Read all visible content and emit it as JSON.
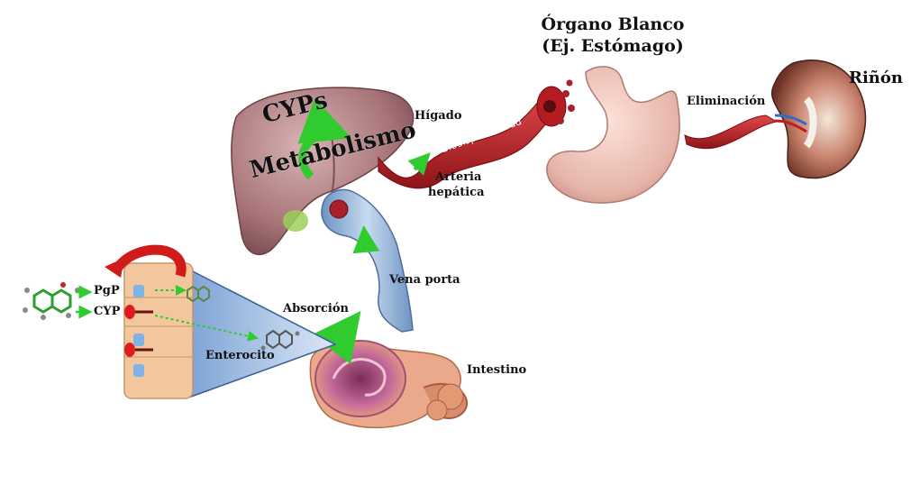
{
  "labels": {
    "higado": "Hígado",
    "cyps": "CYPs",
    "metabolismo": "Metabolismo",
    "biodisponibilidad": "Biodisponibilidad",
    "arteria_line1": "Arteria",
    "arteria_line2": "hepática",
    "organo_line1": "Órgano Blanco",
    "organo_line2": "(Ej. Estómago)",
    "eliminacion": "Eliminación",
    "rinon": "Riñón",
    "vena_porta": "Vena porta",
    "absorcion": "Absorción",
    "pgp": "PgP",
    "cyp": "CYP",
    "enterocito": "Enterocito",
    "intestino": "Intestino"
  },
  "colors": {
    "liver": "#b8858a",
    "vessel": "#b3262b",
    "vein": "#8fb0d4",
    "stomach": "#e9bfb6",
    "kidney": "#8e4a3c",
    "intestine": "#d98c6a",
    "enterocyte": "#f3c79e",
    "arrow_green": "#2fcb2f",
    "arrow_red": "#d11a1a",
    "cone": "#a9c4e6"
  }
}
